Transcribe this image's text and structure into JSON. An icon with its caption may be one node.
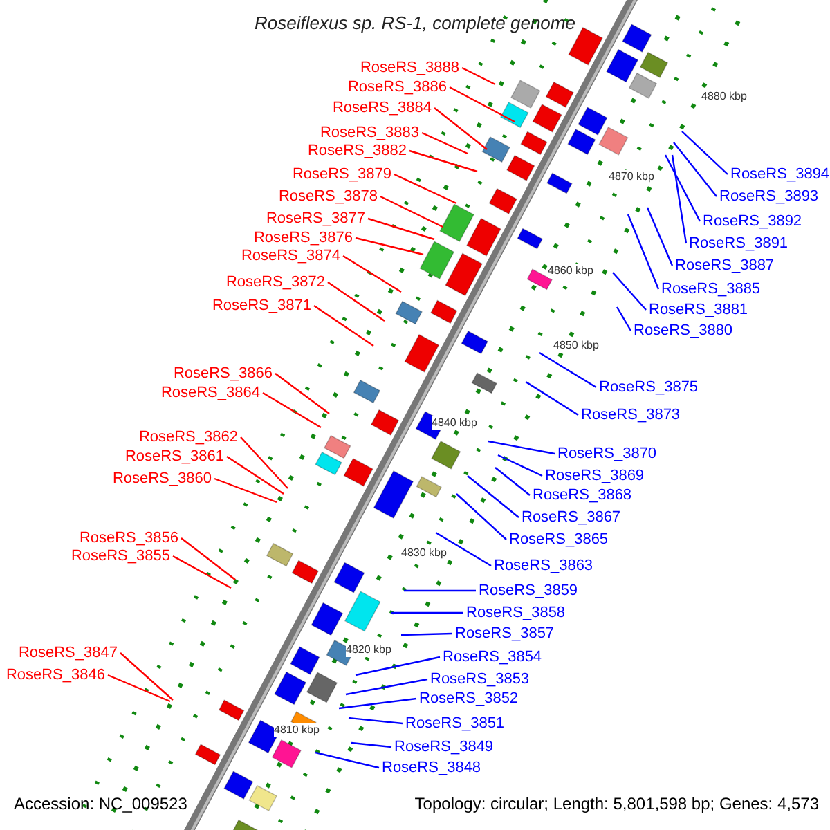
{
  "diagram": {
    "title": "Roseiflexus sp. RS-1, complete genome",
    "nodes": [
      {
        "text": [
          "RoseRS_3888"
        ]
      },
      {
        "text": [
          "RoseRS_3886"
        ]
      },
      {
        "text": [
          "RoseRS_3884"
        ]
      },
      {
        "text": [
          "RoseRS_3883"
        ]
      },
      {
        "text": [
          "RoseRS_3882"
        ]
      },
      {
        "text": [
          "RoseRS_3879"
        ]
      },
      {
        "text": [
          "RoseRS_3878"
        ]
      },
      {
        "text": [
          "RoseRS_3877"
        ]
      },
      {
        "text": [
          "RoseRS_3876"
        ]
      },
      {
        "text": [
          "RoseRS_3874"
        ]
      },
      {
        "text": [
          "RoseRS_3872"
        ]
      },
      {
        "text": [
          "RoseRS_3871"
        ]
      },
      {
        "text": [
          "RoseRS_3866"
        ]
      },
      {
        "text": [
          "RoseRS_3864"
        ]
      },
      {
        "text": [
          "RoseRS_3862"
        ]
      },
      {
        "text": [
          "RoseRS_3861"
        ]
      },
      {
        "text": [
          "RoseRS_3860"
        ]
      },
      {
        "text": [
          "RoseRS_3856"
        ]
      },
      {
        "text": [
          "RoseRS_3855"
        ]
      },
      {
        "text": [
          "RoseRS_3847"
        ]
      },
      {
        "text": [
          "RoseRS_3846"
        ]
      },
      {
        "text": [
          "RoseRS_3894"
        ]
      },
      {
        "text": [
          "RoseRS_3893"
        ]
      },
      {
        "text": [
          "RoseRS_3892"
        ]
      },
      {
        "text": [
          "RoseRS_3891"
        ]
      },
      {
        "text": [
          "RoseRS_3887"
        ]
      },
      {
        "text": [
          "RoseRS_3885"
        ]
      },
      {
        "text": [
          "RoseRS_3881"
        ]
      },
      {
        "text": [
          "RoseRS_3880"
        ]
      },
      {
        "text": [
          "RoseRS_3875"
        ]
      },
      {
        "text": [
          "RoseRS_3873"
        ]
      },
      {
        "text": [
          "RoseRS_3870"
        ]
      },
      {
        "text": [
          "RoseRS_3869"
        ]
      },
      {
        "text": [
          "RoseRS_3868"
        ]
      },
      {
        "text": [
          "RoseRS_3867"
        ]
      },
      {
        "text": [
          "RoseRS_3865"
        ]
      },
      {
        "text": [
          "RoseRS_3863"
        ]
      },
      {
        "text": [
          "RoseRS_3859"
        ]
      },
      {
        "text": [
          "RoseRS_3858"
        ]
      },
      {
        "text": [
          "RoseRS_3857"
        ]
      },
      {
        "text": [
          "RoseRS_3854"
        ]
      },
      {
        "text": [
          "RoseRS_3853"
        ]
      },
      {
        "text": [
          "RoseRS_3852"
        ]
      },
      {
        "text": [
          "RoseRS_3851"
        ]
      },
      {
        "text": [
          "RoseRS_3849"
        ]
      },
      {
        "text": [
          "RoseRS_3848"
        ]
      }
    ],
    "edges": [
      {
        "from": 0,
        "to": null,
        "arrow": "none",
        "color": "#ff0000"
      },
      {
        "from": 1,
        "to": null,
        "arrow": "none",
        "color": "#ff0000"
      },
      {
        "from": 2,
        "to": null,
        "arrow": "none",
        "color": "#ff0000"
      },
      {
        "from": 3,
        "to": null,
        "arrow": "none",
        "color": "#ff0000"
      },
      {
        "from": 4,
        "to": null,
        "arrow": "none",
        "color": "#ff0000"
      },
      {
        "from": 5,
        "to": null,
        "arrow": "none",
        "color": "#ff0000"
      },
      {
        "from": 6,
        "to": null,
        "arrow": "none",
        "color": "#ff0000"
      },
      {
        "from": 7,
        "to": null,
        "arrow": "none",
        "color": "#ff0000"
      },
      {
        "from": 8,
        "to": null,
        "arrow": "none",
        "color": "#ff0000"
      },
      {
        "from": 9,
        "to": null,
        "arrow": "none",
        "color": "#ff0000"
      },
      {
        "from": 10,
        "to": null,
        "arrow": "none",
        "color": "#ff0000"
      },
      {
        "from": 11,
        "to": null,
        "arrow": "none",
        "color": "#ff0000"
      },
      {
        "from": 12,
        "to": null,
        "arrow": "none",
        "color": "#ff0000"
      },
      {
        "from": 13,
        "to": null,
        "arrow": "none",
        "color": "#ff0000"
      },
      {
        "from": 14,
        "to": null,
        "arrow": "none",
        "color": "#ff0000"
      },
      {
        "from": 15,
        "to": null,
        "arrow": "none",
        "color": "#ff0000"
      },
      {
        "from": 16,
        "to": null,
        "arrow": "none",
        "color": "#ff0000"
      },
      {
        "from": 17,
        "to": null,
        "arrow": "none",
        "color": "#ff0000"
      },
      {
        "from": 18,
        "to": null,
        "arrow": "none",
        "color": "#ff0000"
      },
      {
        "from": 19,
        "to": null,
        "arrow": "none",
        "color": "#ff0000"
      },
      {
        "from": 20,
        "to": null,
        "arrow": "none",
        "color": "#ff0000"
      },
      {
        "from": 21,
        "to": null,
        "arrow": "none"
      },
      {
        "from": 22,
        "to": null,
        "arrow": "none"
      },
      {
        "from": 23,
        "to": null,
        "arrow": "none"
      },
      {
        "from": 24,
        "to": null,
        "arrow": "none"
      },
      {
        "from": 25,
        "to": null,
        "arrow": "none"
      },
      {
        "from": 26,
        "to": null,
        "arrow": "none"
      },
      {
        "from": 27,
        "to": null,
        "arrow": "none"
      },
      {
        "from": 28,
        "to": null,
        "arrow": "none"
      },
      {
        "from": 29,
        "to": null,
        "arrow": "none"
      },
      {
        "from": 30,
        "to": null,
        "arrow": "none"
      },
      {
        "from": 31,
        "to": null,
        "arrow": "none"
      },
      {
        "from": 32,
        "to": null,
        "arrow": "none"
      },
      {
        "from": 33,
        "to": null,
        "arrow": "none"
      },
      {
        "from": 34,
        "to": null,
        "arrow": "none"
      },
      {
        "from": 35,
        "to": null,
        "arrow": "none"
      },
      {
        "from": 36,
        "to": null,
        "arrow": "none"
      },
      {
        "from": 37,
        "to": null,
        "arrow": "none"
      },
      {
        "from": 38,
        "to": null,
        "arrow": "none"
      },
      {
        "from": 39,
        "to": null,
        "arrow": "none"
      },
      {
        "from": 40,
        "to": null,
        "arrow": "none"
      },
      {
        "from": 41,
        "to": null,
        "arrow": "none"
      },
      {
        "from": 42,
        "to": null,
        "arrow": "none"
      },
      {
        "from": 43,
        "to": null,
        "arrow": "none"
      },
      {
        "from": 44,
        "to": null,
        "arrow": "none"
      },
      {
        "from": 45,
        "to": null,
        "arrow": "none"
      }
    ],
    "labels": [
      "4880 kbp",
      "4870 kbp",
      "4860 kbp",
      "4850 kbp",
      "4840 kbp",
      "4830 kbp",
      "4820 kbp",
      "4810 kbp",
      "Accession: NC_009523",
      "Topology: circular; Length: 5,801,598 bp; Genes: 4,573"
    ]
  }
}
